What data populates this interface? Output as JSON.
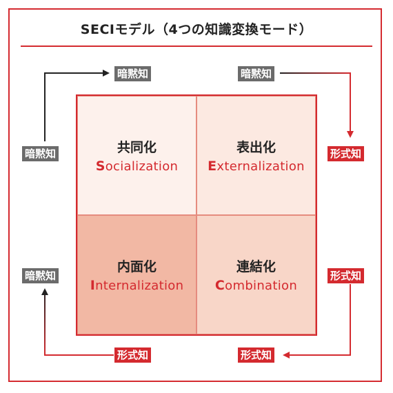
{
  "title": "SECIモデル（4つの知識変換モード）",
  "colors": {
    "accent": "#d42a2f",
    "tacit": "#6b6b6b",
    "dark": "#222222"
  },
  "quadrants": [
    {
      "jp": "共同化",
      "en_initial": "S",
      "en_rest": "ocialization"
    },
    {
      "jp": "表出化",
      "en_initial": "E",
      "en_rest": "xternalization"
    },
    {
      "jp": "内面化",
      "en_initial": "I",
      "en_rest": "nternalization"
    },
    {
      "jp": "連結化",
      "en_initial": "C",
      "en_rest": "ombination"
    }
  ],
  "labels": {
    "top_left": "暗黙知",
    "top_right": "暗黙知",
    "left_upper": "暗黙知",
    "left_lower": "暗黙知",
    "right_upper": "形式知",
    "right_lower": "形式知",
    "bottom_left": "形式知",
    "bottom_right": "形式知"
  }
}
